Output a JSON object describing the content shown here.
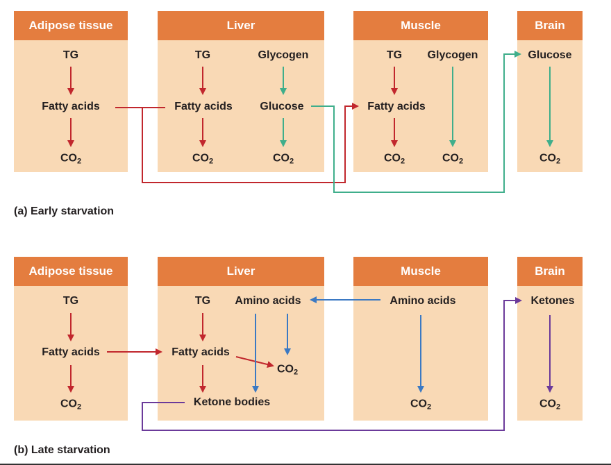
{
  "colors": {
    "panel_fill": "#f9d9b5",
    "header_fill": "#e47d3f",
    "red_arrow": "#c1272d",
    "green_arrow": "#3fae8b",
    "blue_arrow": "#3b79c3",
    "purple_arrow": "#6b3a9a"
  },
  "early": {
    "caption_tag": "(a)",
    "caption_text": "Early starvation",
    "adipose": {
      "title": "Adipose tissue",
      "tg": "TG",
      "fa": "Fatty acids",
      "co2": "CO"
    },
    "liver": {
      "title": "Liver",
      "tg": "TG",
      "glycogen": "Glycogen",
      "fa": "Fatty acids",
      "glucose": "Glucose",
      "co2_a": "CO",
      "co2_b": "CO"
    },
    "muscle": {
      "title": "Muscle",
      "tg": "TG",
      "glycogen": "Glycogen",
      "fa": "Fatty acids",
      "co2_a": "CO",
      "co2_b": "CO"
    },
    "brain": {
      "title": "Brain",
      "glucose": "Glucose",
      "co2": "CO"
    }
  },
  "late": {
    "caption_tag": "(b)",
    "caption_text": "Late starvation",
    "adipose": {
      "title": "Adipose tissue",
      "tg": "TG",
      "fa": "Fatty acids",
      "co2": "CO"
    },
    "liver": {
      "title": "Liver",
      "tg": "TG",
      "amino": "Amino acids",
      "fa": "Fatty acids",
      "co2_mid": "CO",
      "ketone": "Ketone bodies"
    },
    "muscle": {
      "title": "Muscle",
      "amino": "Amino acids",
      "co2": "CO"
    },
    "brain": {
      "title": "Brain",
      "ketones": "Ketones",
      "co2": "CO"
    }
  },
  "subscript_two": "2"
}
